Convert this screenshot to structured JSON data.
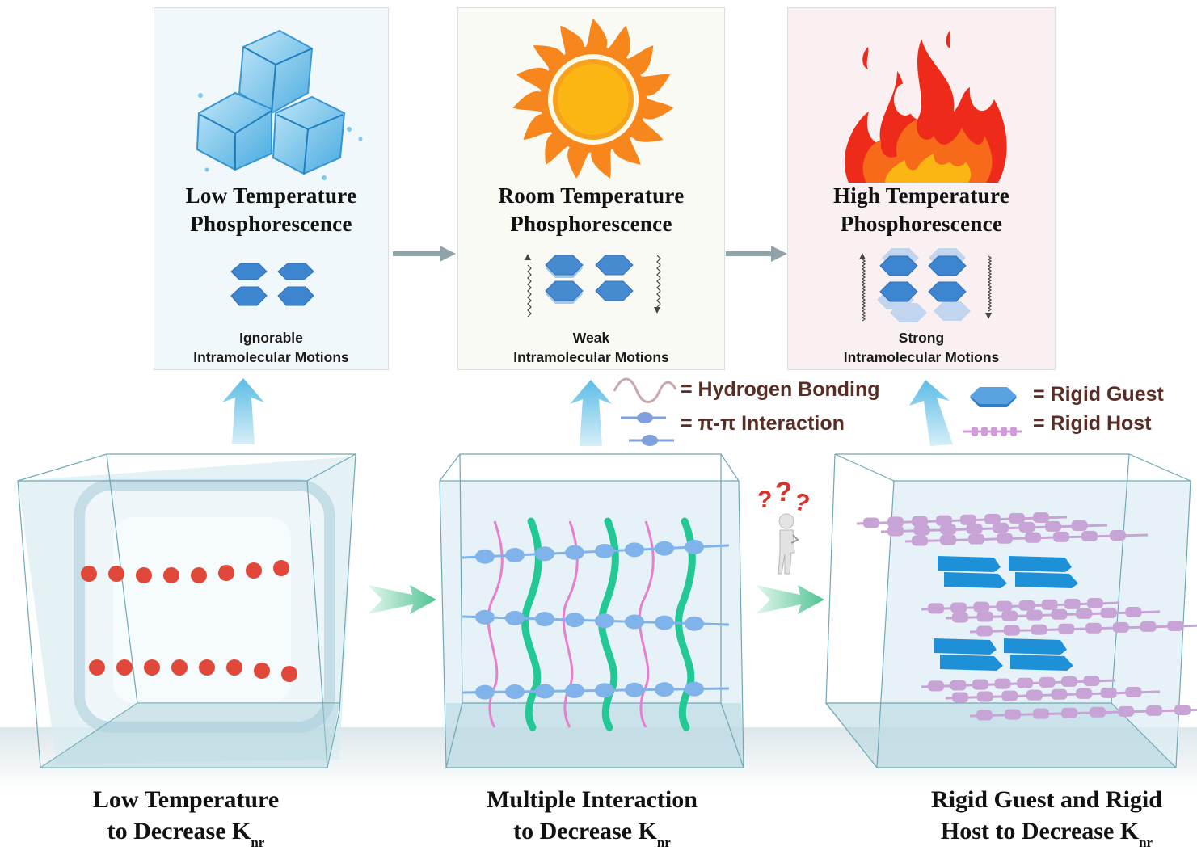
{
  "panels": [
    {
      "id": "low",
      "title_line1": "Low Temperature",
      "title_line2": "Phosphorescence",
      "motion_line1": "Ignorable",
      "motion_line2": "Intramolecular Motions",
      "icon": "ice-cubes-icon"
    },
    {
      "id": "room",
      "title_line1": "Room Temperature",
      "title_line2": "Phosphorescence",
      "motion_line1": "Weak",
      "motion_line2": "Intramolecular Motions",
      "icon": "sun-icon"
    },
    {
      "id": "high",
      "title_line1": "High Temperature",
      "title_line2": "Phosphorescence",
      "motion_line1": "Strong",
      "motion_line2": "Intramolecular Motions",
      "icon": "flame-icon"
    }
  ],
  "legend": {
    "hydrogen_bonding": "= Hydrogen Bonding",
    "pi_pi": "= π-π Interaction",
    "rigid_guest": "= Rigid Guest",
    "rigid_host": "= Rigid Host"
  },
  "strategies": [
    {
      "line1": "Low Temperature",
      "line2": "to Decrease K",
      "subscript": "nr"
    },
    {
      "line1": "Multiple Interaction",
      "line2": "to Decrease K",
      "subscript": "nr"
    },
    {
      "line1": "Rigid Guest and Rigid",
      "line2": "Host to Decrease K",
      "subscript": "nr"
    }
  ],
  "colors": {
    "legend_text": "#5a2d24",
    "hydrogen_bond": "#e67fd0",
    "green_chain": "#22c995",
    "pi_node": "#7fb3ea",
    "guest": "#1e90d8",
    "host": "#c7a3d6",
    "red_dot": "#e0483a",
    "gray_arrow": "#8fa3a8",
    "blue_arrow": "#8fd0ea",
    "green_arrow": "#5cc79a"
  }
}
